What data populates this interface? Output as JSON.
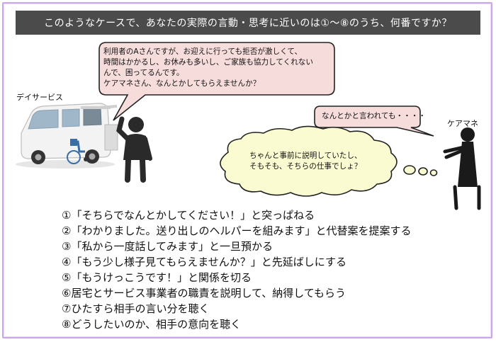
{
  "title": "このようなケースで、あなたの実際の言動・思考に近いのは①～⑧のうち、何番ですか？",
  "labels": {
    "day_service": "デイサービス",
    "care_manager": "ケアマネ"
  },
  "day_service_speech": [
    "利用者のAさんですが、お迎えに行っても拒否が激しくて、",
    "時間はかかるし、お休みも多いし、ご家族も協力してくれない",
    "んで、困ってるんです。",
    "ケアマネさん、なんとかしてもらえませんか？"
  ],
  "care_manager_speech": "なんとかと言われても・・・・",
  "care_manager_thought": [
    "ちゃんと事前に説明していたし、",
    "そもそも、そちらの仕事でしょ？"
  ],
  "options": [
    "①「そちらでなんとかしてください！」と突っぱねる",
    "②「わかりました。送り出しのヘルパーを組みます」と代替案を提案する",
    "③「私から一度話してみます」と一旦預かる",
    "④「もう少し様子見てもらえませんか？」と先延ばしにする",
    "⑤「もうけっこうです！」と関係を切る",
    "⑥居宅とサービス事業者の職責を説明して、納得してもらう",
    "⑦ひたすら相手の言い分を聴く",
    "⑧どうしたいのか、相手の意向を聴く"
  ],
  "colors": {
    "title_bg": "#4b4b4b",
    "speech_bubble": "#f7dcdc",
    "thought_bubble": "#fbfbd2",
    "frame": "#c9a7e8"
  }
}
